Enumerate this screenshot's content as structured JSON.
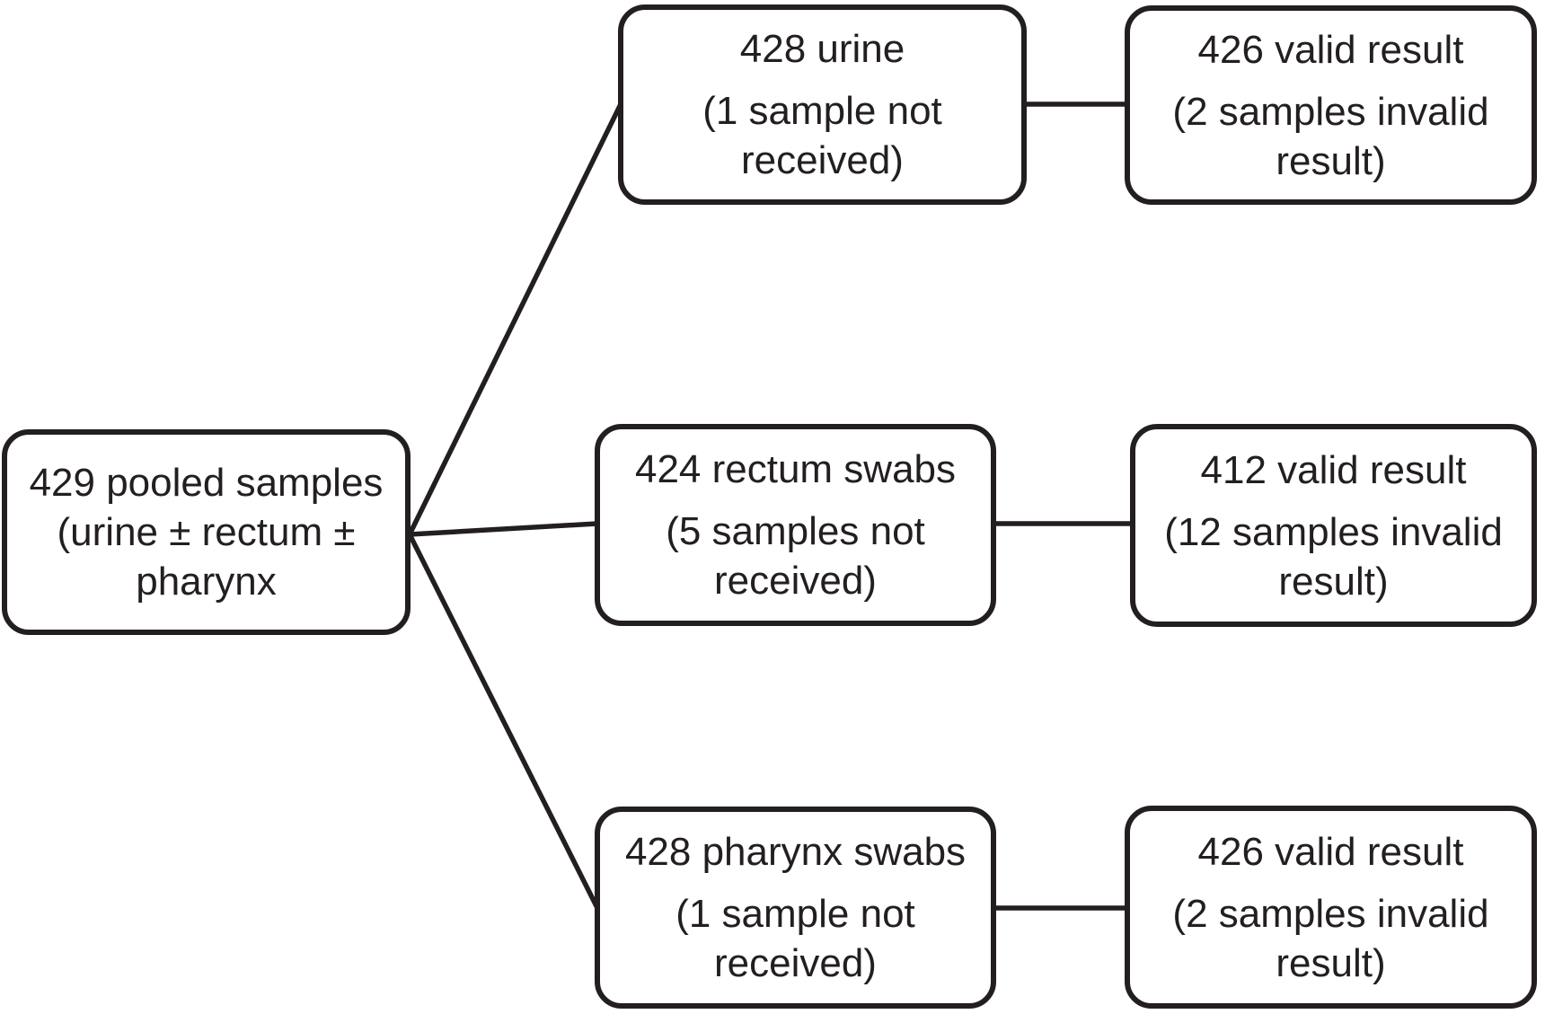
{
  "diagram": {
    "colors": {
      "background": "#ffffff",
      "line": "#231f20",
      "text": "#231f20"
    },
    "nodes": {
      "pooled": {
        "text": "429 pooled samples\n(urine ± rectum ±\npharynx"
      },
      "urine": {
        "title": "428 urine",
        "note": "(1 sample not\nreceived)"
      },
      "rectum": {
        "title": "424 rectum swabs",
        "note": "(5 samples not\nreceived)"
      },
      "pharynx": {
        "title": "428 pharynx swabs",
        "note": "(1 sample not\nreceived)"
      },
      "urine_result": {
        "title": "426 valid result",
        "note": "(2 samples invalid\nresult)"
      },
      "rectum_result": {
        "title": "412 valid result",
        "note": "(12 samples invalid\nresult)"
      },
      "pharynx_result": {
        "title": "426 valid result",
        "note": "(2 samples invalid\nresult)"
      }
    },
    "edges": [
      {
        "from": "pooled",
        "to": "urine"
      },
      {
        "from": "pooled",
        "to": "rectum"
      },
      {
        "from": "pooled",
        "to": "pharynx"
      },
      {
        "from": "urine",
        "to": "urine_result"
      },
      {
        "from": "rectum",
        "to": "rectum_result"
      },
      {
        "from": "pharynx",
        "to": "pharynx_result"
      }
    ]
  }
}
